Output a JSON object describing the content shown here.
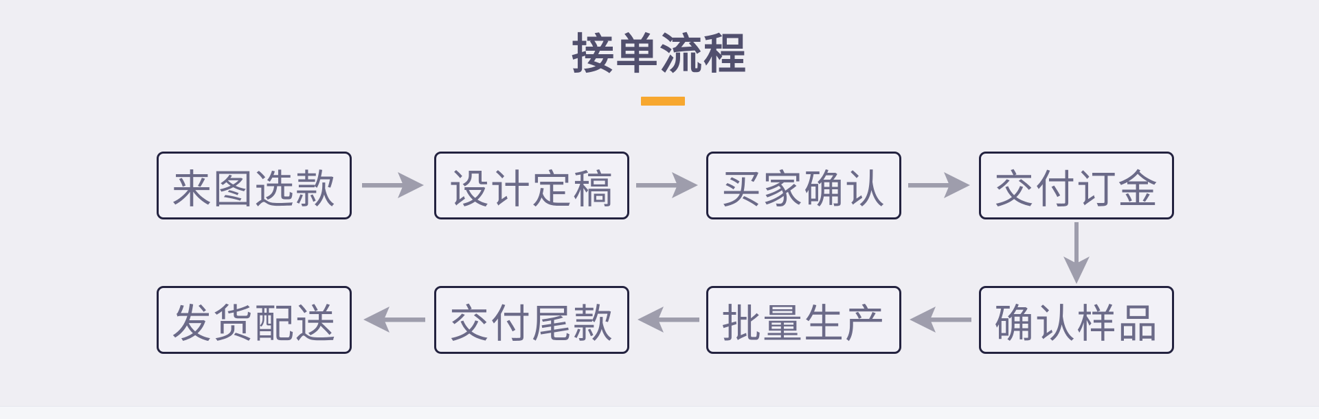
{
  "title": {
    "text": "接单流程"
  },
  "colors": {
    "background": "#EFEEF3",
    "title_text": "#514F6D",
    "accent_underline": "#F7A72F",
    "box_border": "#23223F",
    "box_fill": "#F2F1F7",
    "box_text": "#6B6A88",
    "arrow": "#9E9DAC",
    "footer_strip": "#F5F6F9"
  },
  "flow": {
    "row1": [
      {
        "label": "来图选款"
      },
      {
        "label": "设计定稿"
      },
      {
        "label": "买家确认"
      },
      {
        "label": "交付订金"
      }
    ],
    "row2": [
      {
        "label": "发货配送"
      },
      {
        "label": "交付尾款"
      },
      {
        "label": "批量生产"
      },
      {
        "label": "确认样品"
      }
    ]
  }
}
